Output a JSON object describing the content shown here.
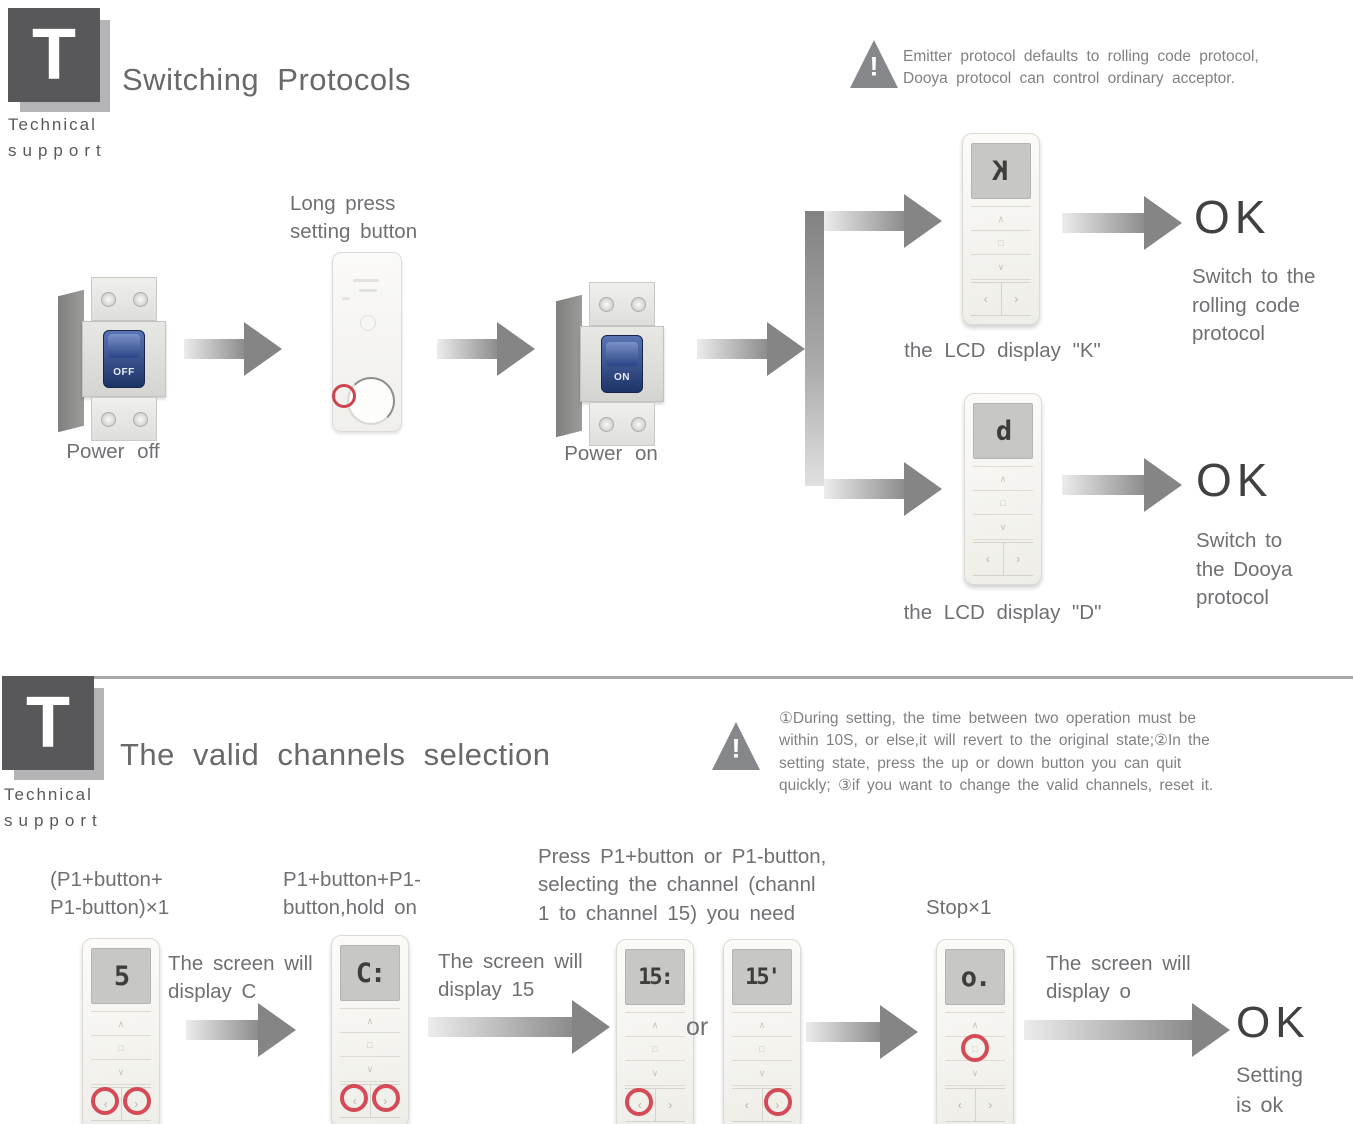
{
  "icons": {
    "up": "∧",
    "stop": "□",
    "down": "∨",
    "left": "‹",
    "right": "›",
    "warning": "!"
  },
  "section1": {
    "logo": {
      "letter": "T",
      "caption_line1": "Technical",
      "caption_line2": "support"
    },
    "title": "Switching Protocols",
    "warning_lines": [
      "Emitter  protocol  defaults  to  rolling  code  protocol,",
      "Dooya  protocol  can  control  ordinary  acceptor."
    ],
    "flow": {
      "power_off_label": "Power off",
      "power_on_label": "Power on",
      "off_switch_label": "OFF",
      "on_switch_label": "ON",
      "long_press_line1": "Long press",
      "long_press_line2": "setting button"
    },
    "branch_top": {
      "lcd_display": "K",
      "caption": "the LCD display \"K\"",
      "ok": "OK",
      "result_lines": [
        "Switch to the",
        "rolling code",
        "protocol"
      ]
    },
    "branch_bottom": {
      "lcd_display": "d",
      "caption": "the LCD display \"D\"",
      "ok": "OK",
      "result_lines": [
        "Switch to",
        "the Dooya",
        "protocol"
      ]
    }
  },
  "section2": {
    "logo": {
      "letter": "T",
      "caption_line1": "Technical",
      "caption_line2": "support"
    },
    "title": "The valid channels selection",
    "warning_lines": [
      "①During setting, the time between two operation must be",
      "within 10S, or else,it will revert to the original state;②In the",
      "setting state, press the up or down button you can quit",
      "quickly; ③if you want to change the valid channels, reset it."
    ],
    "steps": {
      "step1_line1": "(P1+button+",
      "step1_line2": "P1-button)×1",
      "step2_line1": "P1+button+P1-",
      "step2_line2": "button,hold on",
      "step3_line1": "Press P1+button or P1-button,",
      "step3_line2": "selecting the channel (channl",
      "step3_line3": "1 to channel 15) you need",
      "stop_label": "Stop×1",
      "or_label": "or",
      "arrow1_line1": "The screen will",
      "arrow1_line2": "display C",
      "arrow2_line1": "The screen will",
      "arrow2_line2": "display 15",
      "arrow3_line1": "The screen will",
      "arrow3_line2": "display o",
      "ok": "OK",
      "result_line1": "Setting",
      "result_line2": "is ok"
    },
    "remotes": {
      "r1_display": "5",
      "r2_display": "C:",
      "r3_display": "15:",
      "r4_display": "15'",
      "r5_display": "o."
    }
  }
}
